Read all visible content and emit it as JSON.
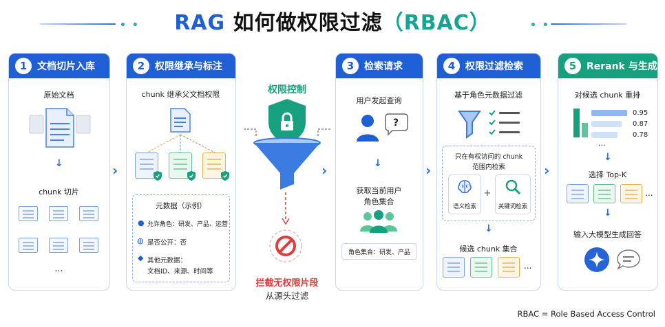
{
  "title": {
    "part1": "RAG",
    "part2": "如何做权限过滤",
    "part3": "（RBAC）"
  },
  "colors": {
    "blue": "#1f5fd6",
    "green": "#17a07d",
    "red": "#e23b3b",
    "teal": "#18a392"
  },
  "step1": {
    "num": "1",
    "title": "文档切片入库",
    "original": "原始文档",
    "chunk": "chunk 切片",
    "more": "..."
  },
  "step2": {
    "num": "2",
    "title": "权限继承与标注",
    "subtitle": "chunk 继承父文档权限",
    "meta_title": "元数据（示例）",
    "allowed": "允许角色：研发、产品、运营",
    "public": "是否公开：否",
    "other": "其他元数据：",
    "other_detail": "文档ID、来源、时间等"
  },
  "filter": {
    "title": "权限控制",
    "block1": "拦截无权限片段",
    "block2": "从源头过滤"
  },
  "step3": {
    "num": "3",
    "title": "检索请求",
    "query": "用户发起查询",
    "get1": "获取当前用户",
    "get2": "角色集合",
    "roles": "角色集合：研发、产品"
  },
  "step4": {
    "num": "4",
    "title": "权限过滤检索",
    "subtitle": "基于角色元数据过滤",
    "scope1": "只在有权访问的 chunk",
    "scope2": "范围内检索",
    "semantic": "语义检索",
    "plus": "+",
    "keyword": "关键词检索",
    "candidate": "候选 chunk 集合",
    "more": "..."
  },
  "step5": {
    "num": "5",
    "title": "Rerank 与生成",
    "rerank": "对候选 chunk 重排",
    "scores": [
      "0.95",
      "0.87",
      "0.78"
    ],
    "more": "...",
    "topk": "选择 Top-K",
    "more2": "...",
    "gen": "输入大模型生成回答"
  },
  "footnote": "RBAC = Role Based Access Control"
}
